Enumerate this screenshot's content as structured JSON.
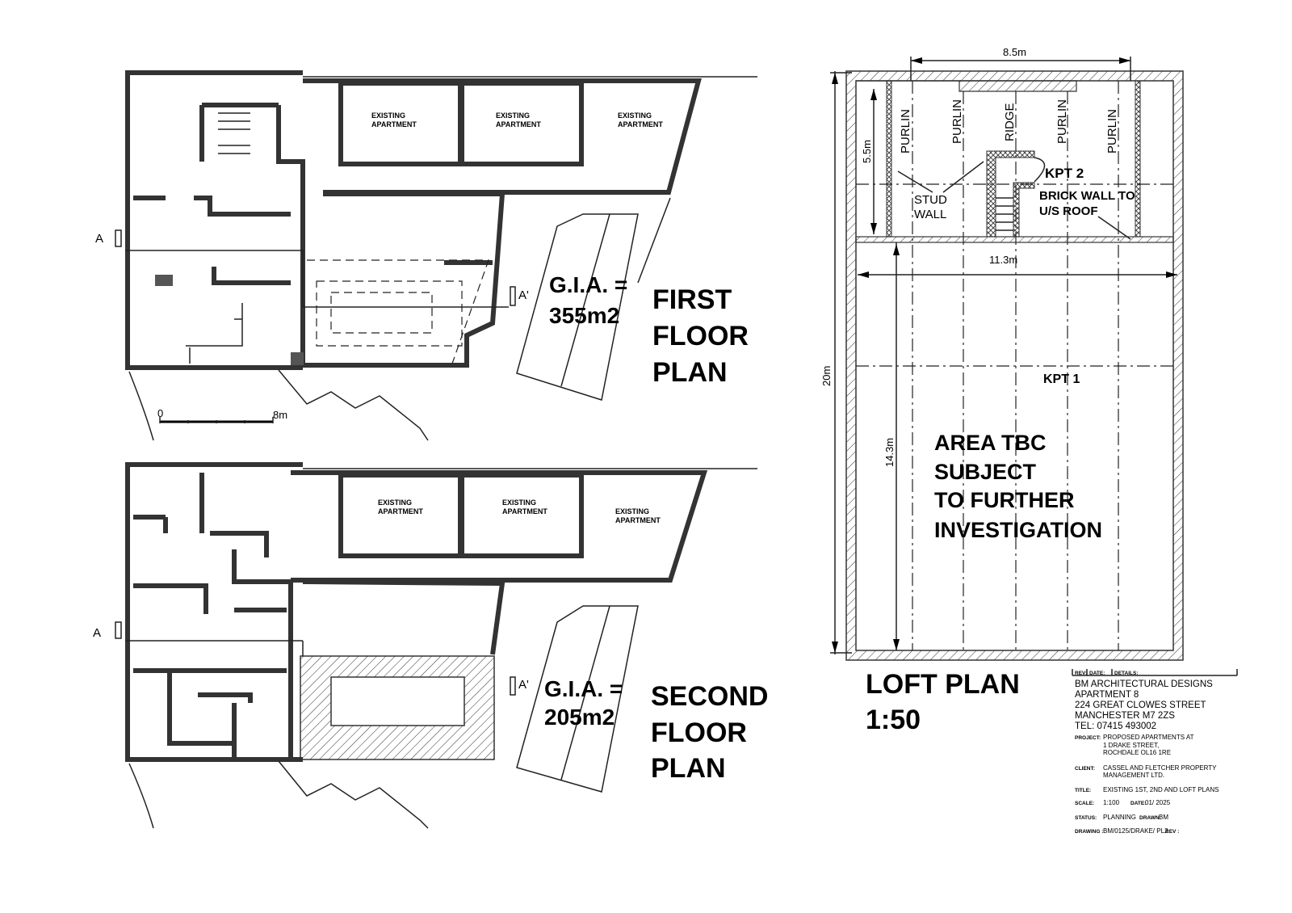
{
  "first_floor": {
    "title": [
      "FIRST",
      "FLOOR",
      "PLAN"
    ],
    "gia": [
      "G.I.A. =",
      "355m2"
    ],
    "apartments": [
      [
        "EXISTING",
        "APARTMENT"
      ],
      [
        "EXISTING",
        "APARTMENT"
      ],
      [
        "EXISTING",
        "APARTMENT"
      ]
    ],
    "section_a": "A",
    "section_a_prime": "A'",
    "scale_bar": {
      "start": "0",
      "end": "8m"
    }
  },
  "second_floor": {
    "title": [
      "SECOND",
      "FLOOR",
      "PLAN"
    ],
    "gia": [
      "G.I.A. =",
      "205m2"
    ],
    "apartments": [
      [
        "EXISTING",
        "APARTMENT"
      ],
      [
        "EXISTING",
        "APARTMENT"
      ],
      [
        "EXISTING",
        "APARTMENT"
      ]
    ],
    "section_a": "A",
    "section_a_prime": "A'"
  },
  "loft": {
    "title": [
      "LOFT PLAN",
      "1:50"
    ],
    "dims": {
      "top": "8.5m",
      "left_upper": "5.5m",
      "mid": "11.3m",
      "overall": "20m",
      "lower": "14.3m"
    },
    "members": [
      "PURLIN",
      "PURLIN",
      "RIDGE",
      "PURLIN",
      "PURLIN"
    ],
    "kpt2": "KPT 2",
    "kpt1": "KPT 1",
    "stud_wall": [
      "STUD",
      "WALL"
    ],
    "brick_wall": [
      "BRICK WALL TO",
      "U/S ROOF"
    ],
    "note": [
      "AREA TBC",
      "SUBJECT",
      "TO FURTHER",
      "INVESTIGATION"
    ]
  },
  "title_block": {
    "header": {
      "rev": "REV:",
      "date": "DATE:",
      "details": "DETAILS:"
    },
    "company": [
      "BM ARCHITECTURAL DESIGNS",
      "APARTMENT 8",
      "224 GREAT CLOWES STREET",
      "MANCHESTER M7 2ZS",
      "TEL: 07415 493002"
    ],
    "project_label": "PROJECT:",
    "project": [
      "PROPOSED APARTMENTS AT",
      "1 DRAKE STREET,",
      "ROCHDALE OL16 1RE"
    ],
    "client_label": "CLIENT:",
    "client": [
      "CASSEL AND FLETCHER PROPERTY",
      "MANAGEMENT LTD."
    ],
    "title_label": "TITLE:",
    "title": "EXISTING 1ST, 2ND AND LOFT PLANS",
    "scale_label": "SCALE:",
    "scale": "1:100",
    "date_label": "DATE:",
    "date": "01/ 2025",
    "status_label": "STATUS:",
    "status": "PLANNING",
    "drawn_label": "DRAWN:",
    "drawn": "BM",
    "drawing_label": "DRAWING :",
    "drawing": "BM/0125/DRAKE/ PL2",
    "rev_label": "REV :"
  }
}
